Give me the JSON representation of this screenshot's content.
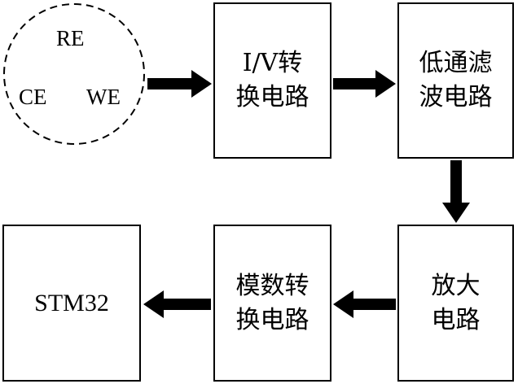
{
  "electrode": {
    "labels": [
      "RE",
      "CE",
      "WE"
    ]
  },
  "blocks": {
    "iv": [
      "I/V转",
      "换电路"
    ],
    "lowpass": [
      "低通滤",
      "波电路"
    ],
    "amp": [
      "放大",
      "电路"
    ],
    "adc": [
      "模数转",
      "换电路"
    ],
    "mcu": [
      "STM32"
    ]
  },
  "colors": {
    "line": "#000000",
    "background": "#ffffff"
  }
}
